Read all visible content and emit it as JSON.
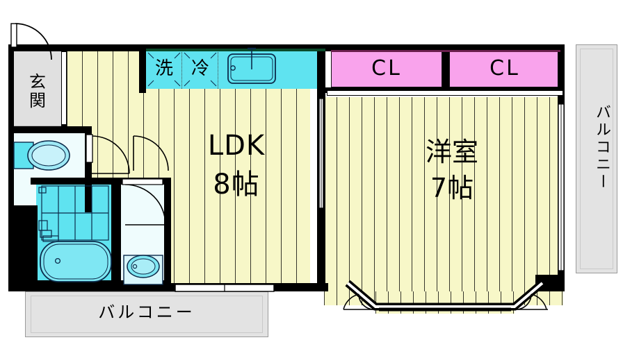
{
  "plan": {
    "type": "japanese-apartment-floor-plan",
    "layout_name": "1LDK",
    "background": "#ffffff",
    "colors": {
      "flooring": "#f7f7c8",
      "closet": "#f9a3ec",
      "water_area": "#5fe3f0",
      "water_area_light": "#effcfd",
      "entrance": "#e0e0e0",
      "balcony": "#e3e3e3",
      "wall": "#000000"
    }
  },
  "rooms": [
    {
      "id": "ldk",
      "label": "LDK",
      "size": "8帖",
      "kind": "living-dining-kitchen"
    },
    {
      "id": "youshitsu",
      "label": "洋室",
      "size": "7帖",
      "kind": "western-room"
    },
    {
      "id": "genkan",
      "label": "玄\n関",
      "size": "",
      "kind": "entrance"
    }
  ],
  "labels": {
    "ldk_name": "LDK",
    "ldk_size": "8帖",
    "room_name": "洋室",
    "room_size": "7帖",
    "genkan": "玄\n関",
    "closet_left": "CL",
    "closet_right": "CL",
    "washer": "洗",
    "fridge": "冷",
    "balcony_bottom": "バルコニー",
    "balcony_right": "バルコニー"
  },
  "fixtures": [
    {
      "name": "kitchen-sink",
      "area": "ldk-kitchen"
    },
    {
      "name": "washer-space",
      "area": "ldk-kitchen",
      "label": "洗"
    },
    {
      "name": "fridge-space",
      "area": "ldk-kitchen",
      "label": "冷"
    },
    {
      "name": "toilet",
      "area": "toilet-room"
    },
    {
      "name": "bathtub",
      "area": "unit-bath"
    },
    {
      "name": "vanity-sink",
      "area": "washroom"
    },
    {
      "name": "bay-window",
      "area": "youshitsu"
    }
  ],
  "doors": [
    {
      "name": "entrance-door",
      "type": "swing"
    },
    {
      "name": "toilet-door",
      "type": "swing"
    },
    {
      "name": "washroom-door",
      "type": "swing"
    },
    {
      "name": "bath-door",
      "type": "swing"
    },
    {
      "name": "ldk-room-sliding-door",
      "type": "sliding"
    },
    {
      "name": "balcony-window-left",
      "type": "sliding"
    },
    {
      "name": "bay-window-right",
      "type": "sliding"
    }
  ]
}
